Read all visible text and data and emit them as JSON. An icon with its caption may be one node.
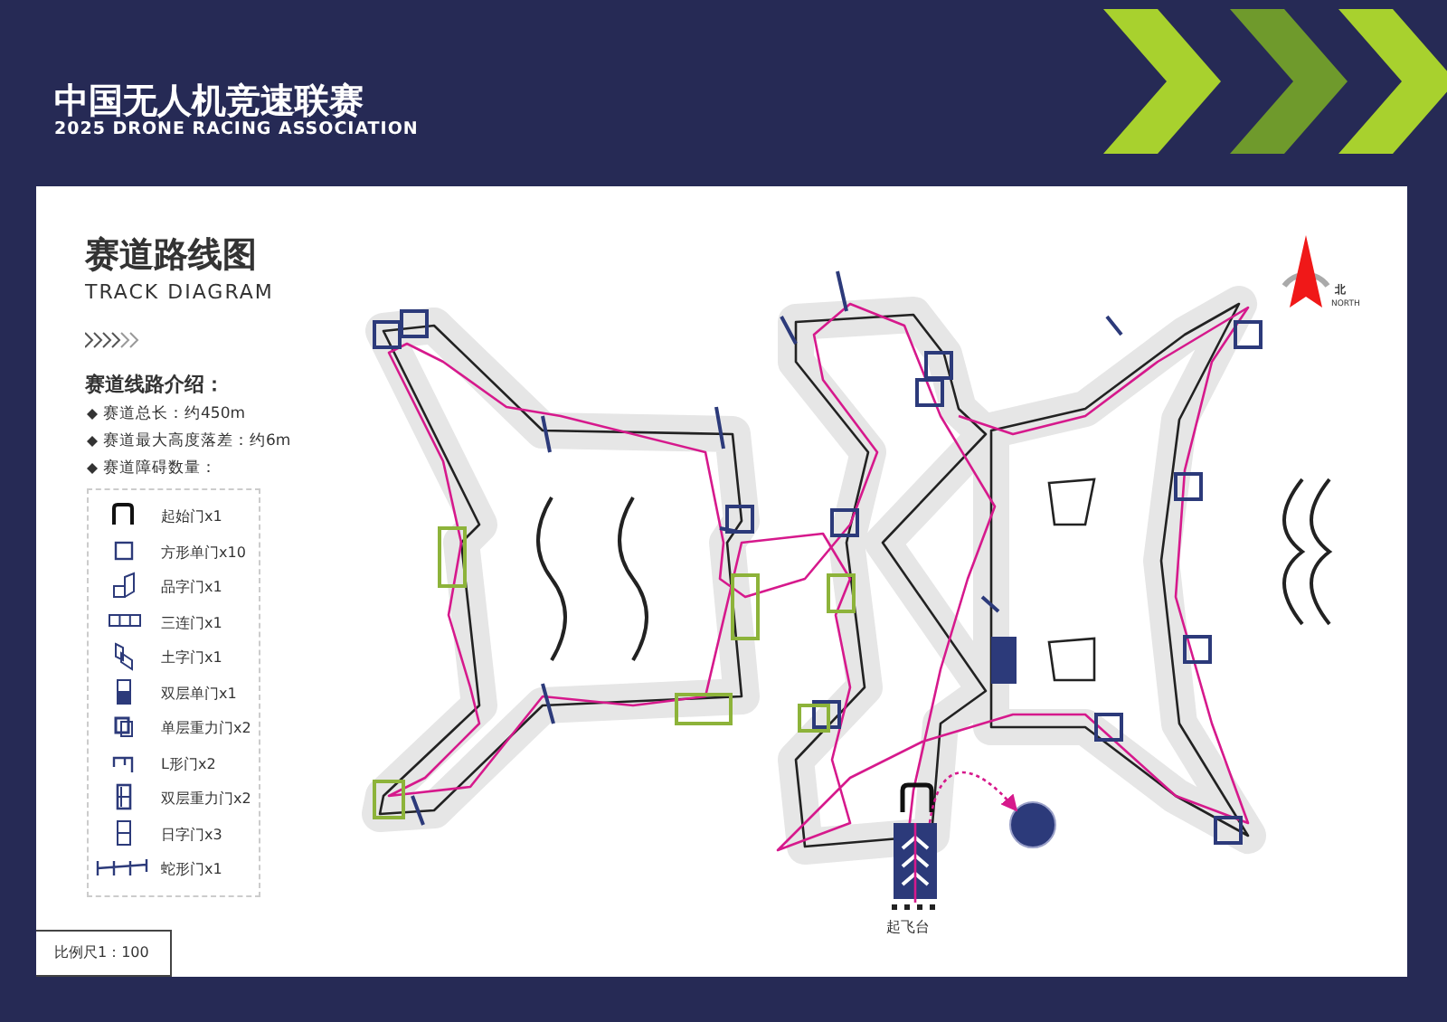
{
  "diagram": {
    "title": "赛道路线图",
    "nodes": [
      {
        "text": [
          "起飞台"
        ]
      },
      {
        "text": [],
        "shape": "circle"
      }
    ],
    "edges": [
      {
        "from": 0,
        "to": 1,
        "arrow": "to",
        "style": "dashed"
      }
    ],
    "labels": [
      "中国无人机竞速联赛",
      "2025 DRONE RACING ASSOCIATION",
      "TRACK DIAGRAM",
      "赛道线路介绍：",
      "赛道总长：约450m",
      "赛道最大高度落差：约6m",
      "赛道障碍数量：",
      "比例尺1：100",
      "北",
      "NORTH"
    ],
    "legend": [
      {
        "text": "起始门x1"
      },
      {
        "text": "方形单门x10"
      },
      {
        "text": "品字门x1"
      },
      {
        "text": "三连门x1"
      },
      {
        "text": "土字门x1"
      },
      {
        "text": "双层单门x1"
      },
      {
        "text": "单层重力门x2"
      },
      {
        "text": "L形门x2"
      },
      {
        "text": "双层重力门x2"
      },
      {
        "text": "日字门x3"
      },
      {
        "text": "蛇形门x1"
      }
    ]
  }
}
